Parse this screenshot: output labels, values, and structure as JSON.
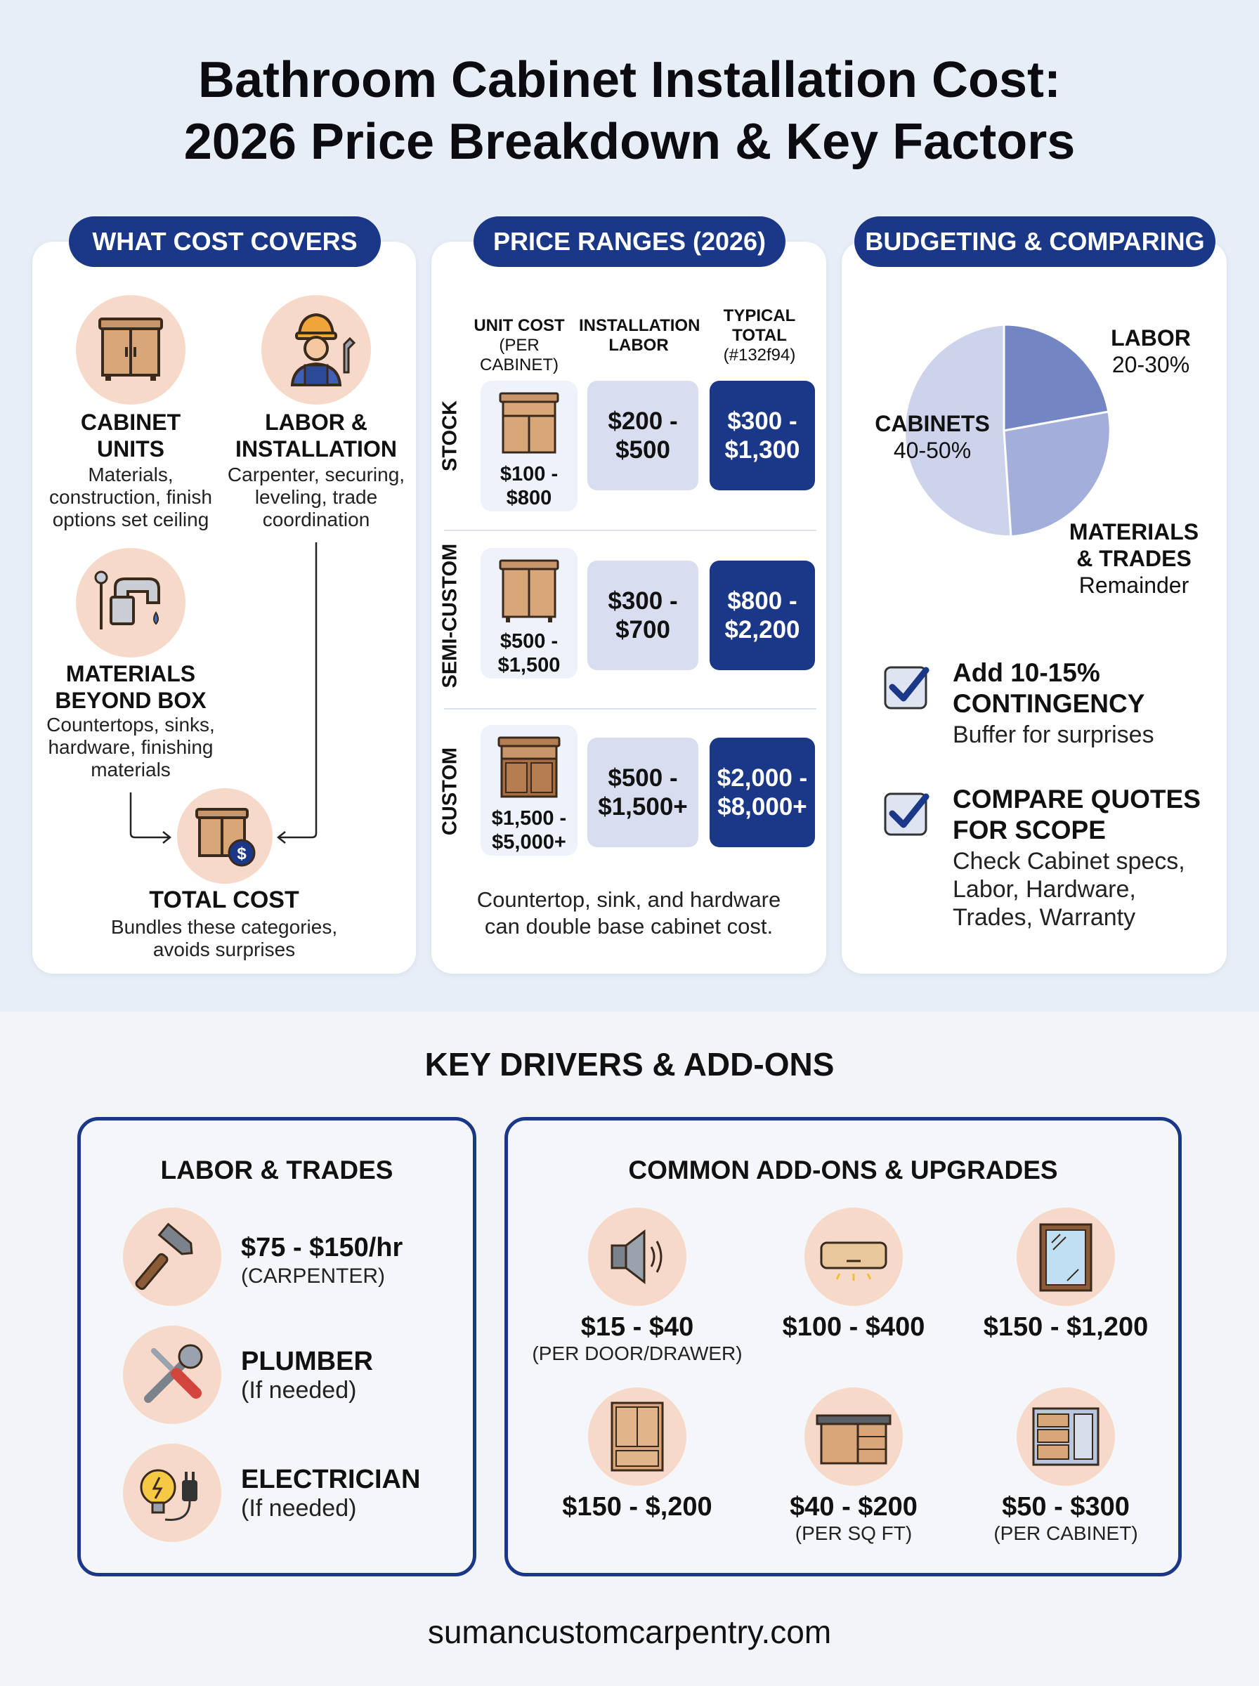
{
  "title": {
    "line1": "Bathroom Cabinet Installation Cost:",
    "line2": "2026 Price Breakdown & Key Factors"
  },
  "what_cost_covers": {
    "header": "WHAT COST COVERS",
    "cabinet_units": {
      "title_1": "CABINET",
      "title_2": "UNITS",
      "desc_1": "Materials,",
      "desc_2": "construction, finish",
      "desc_3": "options set ceiling",
      "icon": "cabinet-icon"
    },
    "labor": {
      "title_1": "LABOR &",
      "title_2": "INSTALLATION",
      "desc_1": "Carpenter, securing,",
      "desc_2": "leveling, trade",
      "desc_3": "coordination",
      "icon": "worker-icon"
    },
    "materials": {
      "title_1": "MATERIALS",
      "title_2": "BEYOND BOX",
      "desc_1": "Countertops, sinks,",
      "desc_2": "hardware, finishing",
      "desc_3": "materials",
      "icon": "faucet-icon"
    },
    "total": {
      "title": "TOTAL COST",
      "desc_1": "Bundles these categories,",
      "desc_2": "avoids surprises",
      "icon": "cabinet-dollar-icon"
    }
  },
  "price_ranges": {
    "header": "PRICE RANGES (2026)",
    "columns": {
      "unit_1": "UNIT COST",
      "unit_2": "(PER CABINET)",
      "labor_1": "INSTALLATION",
      "labor_2": "LABOR",
      "total_1": "TYPICAL",
      "total_2": "TOTAL",
      "total_3": "(#132f94)"
    },
    "rows": [
      {
        "label": "STOCK",
        "unit_1": "$100 -",
        "unit_2": "$800",
        "labor_1": "$200 -",
        "labor_2": "$500",
        "total_1": "$300 -",
        "total_2": "$1,300"
      },
      {
        "label": "SEMI-CUSTOM",
        "unit_1": "$500 -",
        "unit_2": "$1,500",
        "labor_1": "$300 -",
        "labor_2": "$700",
        "total_1": "$800 -",
        "total_2": "$2,200"
      },
      {
        "label": "CUSTOM",
        "unit_1": "$1,500 -",
        "unit_2": "$5,000+",
        "labor_1": "$500 -",
        "labor_2": "$1,500+",
        "total_1": "$2,000 -",
        "total_2": "$8,000+"
      }
    ],
    "note_1": "Countertop, sink, and hardware",
    "note_2": "can double base cabinet cost."
  },
  "budgeting": {
    "header": "BUDGETING & COMPARING",
    "pie": {
      "labor_title": "LABOR",
      "labor_pct": "20-30%",
      "cabinets_title": "CABINETS",
      "cabinets_pct": "40-50%",
      "materials_title_1": "MATERIALS",
      "materials_title_2": "& TRADES",
      "materials_desc": "Remainder",
      "colors": {
        "labor": "#7385c2",
        "cabinets": "#cdd3ea",
        "materials": "#a3aedb"
      }
    },
    "tips": [
      {
        "title_1": "Add 10-15%",
        "title_2": "CONTINGENCY",
        "desc_1": "Buffer for surprises",
        "icon": "checkbox-icon"
      },
      {
        "title_1": "COMPARE QUOTES",
        "title_2": "FOR SCOPE",
        "desc_1": "Check Cabinet specs,",
        "desc_2": "Labor, Hardware,",
        "desc_3": "Trades, Warranty",
        "icon": "checkbox-icon"
      }
    ]
  },
  "key_drivers": {
    "title": "KEY DRIVERS & ADD-ONS",
    "labor_trades": {
      "title": "LABOR & TRADES",
      "items": [
        {
          "title": "$75 - $150/hr",
          "desc": "(CARPENTER)",
          "icon": "hammer-icon"
        },
        {
          "title": "PLUMBER",
          "desc": "(If needed)",
          "icon": "wrench-screwdriver-icon"
        },
        {
          "title": "ELECTRICIAN",
          "desc": "(If needed)",
          "icon": "bulb-plug-icon"
        }
      ]
    },
    "addons": {
      "title": "COMMON ADD-ONS & UPGRADES",
      "items": [
        {
          "price": "$15 - $40",
          "sub": "(PER DOOR/DRAWER)",
          "icon": "speaker-icon"
        },
        {
          "price": "$100 - $400",
          "sub": "",
          "icon": "light-fixture-icon"
        },
        {
          "price": "$150 - $1,200",
          "sub": "",
          "icon": "mirror-icon"
        },
        {
          "price": "$150 - $,200",
          "sub": "",
          "icon": "tall-cabinet-icon"
        },
        {
          "price": "$40 - $200",
          "sub": "(PER SQ FT)",
          "icon": "countertop-cabinet-icon"
        },
        {
          "price": "$50 - $300",
          "sub": "(PER CABINET)",
          "icon": "organizer-drawers-icon"
        }
      ]
    }
  },
  "footer": "sumancustomcarpentry.com"
}
